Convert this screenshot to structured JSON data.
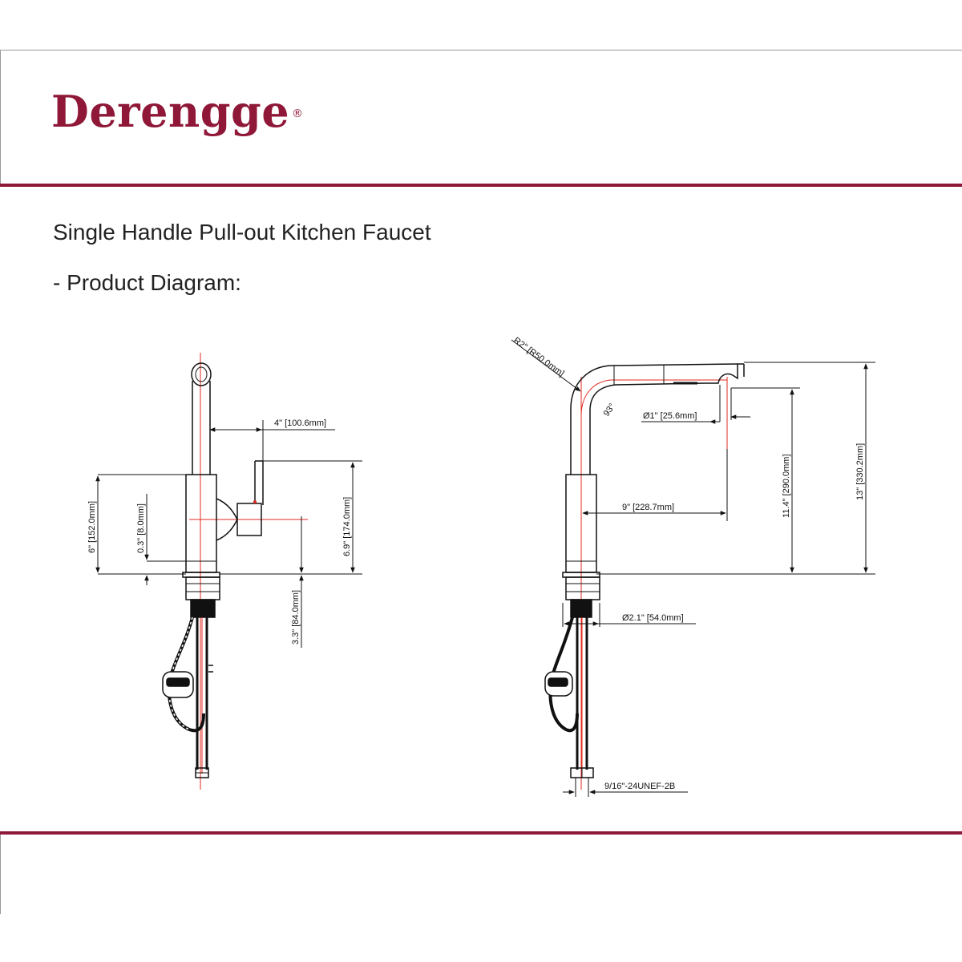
{
  "brand": {
    "name": "Derengge",
    "registered_mark": "®",
    "color": "#8f1737"
  },
  "heading": {
    "title": "Single Handle Pull-out Kitchen Faucet",
    "subtitle": "- Product Diagram:"
  },
  "side_view": {
    "dim_handle_reach": "4\" [100.6mm]",
    "dim_body_height": "6\" [152.0mm]",
    "dim_lever_offset": "0.3\" [8.0mm]",
    "dim_handle_height": "6.9\" [174.0mm]",
    "dim_deck_depth": "3.3\" [84.0mm]"
  },
  "front_view": {
    "dim_radius": "R2\" [R50.0mm]",
    "dim_angle": "93°",
    "dim_sprayer": "Ø1\" [25.6mm]",
    "dim_spout_reach": "9\" [228.7mm]",
    "dim_spout_height": "11.4\" [290.0mm]",
    "dim_total_height": "13\" [330.2mm]",
    "dim_base_diameter": "Ø2.1\" [54.0mm]",
    "dim_thread": "9/16\"-24UNEF-2B"
  },
  "colors": {
    "accent": "#8f1737",
    "centerline": "#e0291f",
    "ink": "#111111"
  }
}
